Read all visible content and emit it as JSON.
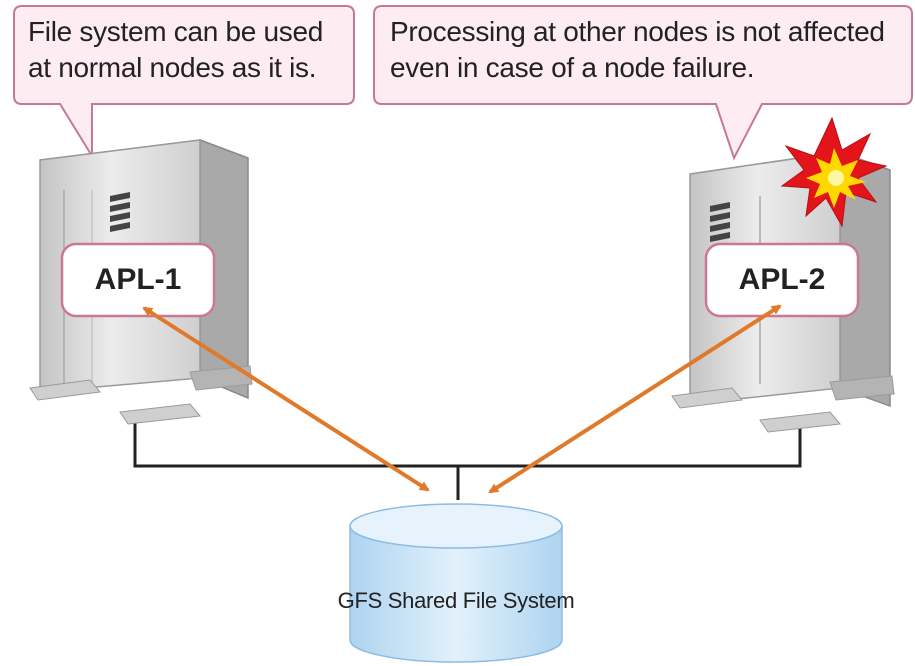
{
  "callouts": {
    "left": {
      "line1": "File system can be used",
      "line2": "at normal nodes as it is."
    },
    "right": {
      "line1": "Processing at other nodes is not affected",
      "line2": "even in case of a node failure."
    }
  },
  "nodes": {
    "left_label": "APL-1",
    "right_label": "APL-2"
  },
  "storage": {
    "label": "GFS Shared File System"
  },
  "colors": {
    "callout_fill": "#fdecf1",
    "callout_stroke": "#c87890",
    "arrow": "#e07a2a",
    "network_line": "#222222",
    "server_front": "#d9d9d9",
    "server_side": "#a8a8a8",
    "server_top": "#e6e6e6",
    "label_stroke": "#c87890",
    "disk_fill": "#cfe6f7",
    "disk_top": "#e6f3fc",
    "failure_red": "#e4141b",
    "failure_yellow": "#ffd800"
  },
  "icons": {
    "failure": "explosion-icon",
    "server": "server-tower-icon",
    "storage": "database-disk-icon"
  }
}
